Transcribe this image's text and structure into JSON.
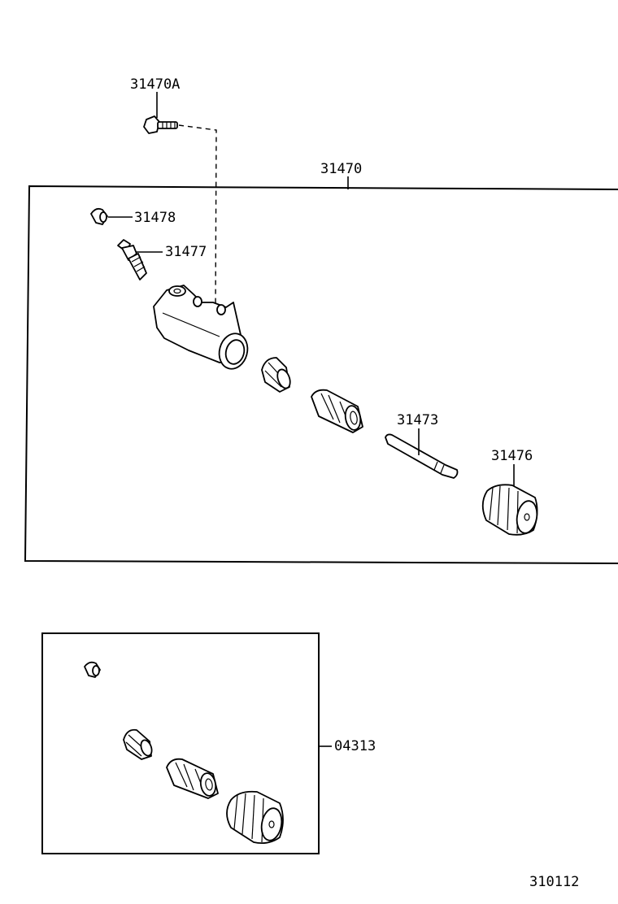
{
  "labels": {
    "bolt": "31470A",
    "assembly": "31470",
    "cap": "31478",
    "bleeder": "31477",
    "push_rod": "31473",
    "boot": "31476",
    "repair_kit": "04313",
    "figure_number": "310112"
  }
}
